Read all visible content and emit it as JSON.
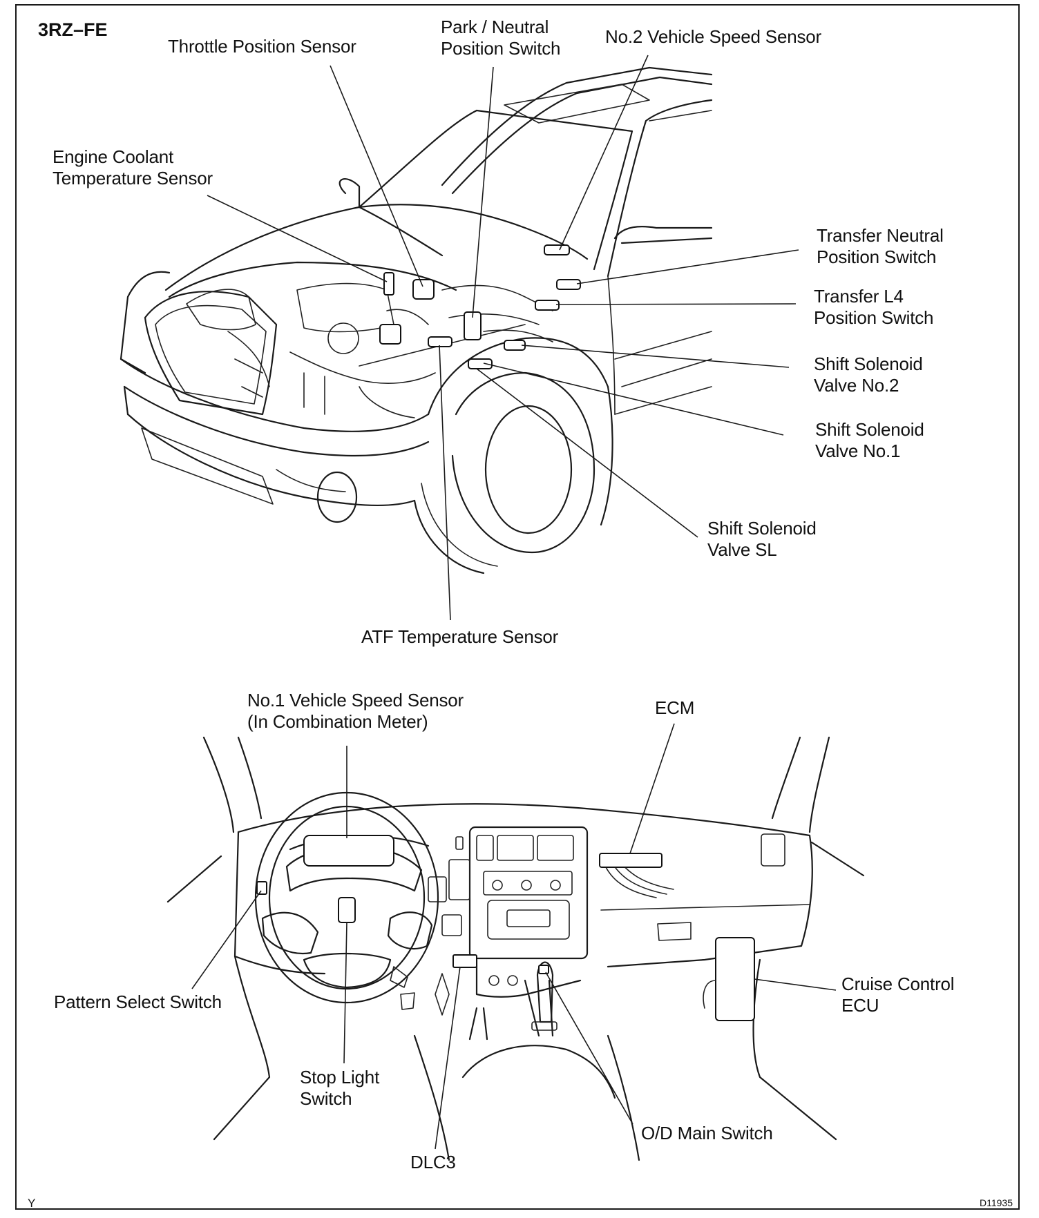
{
  "engine_code": "3RZ–FE",
  "corner_left": "Y",
  "corner_right": "D11935",
  "colors": {
    "ink": "#1a1a1a",
    "paper": "#ffffff"
  },
  "labels": {
    "throttle_position_sensor": "Throttle Position Sensor",
    "park_neutral_line1": "Park / Neutral",
    "park_neutral_line2": "Position Switch",
    "no2_vehicle_speed_sensor": "No.2 Vehicle Speed Sensor",
    "engine_coolant_line1": "Engine Coolant",
    "engine_coolant_line2": "Temperature Sensor",
    "transfer_neutral_line1": "Transfer Neutral",
    "transfer_neutral_line2": "Position Switch",
    "transfer_l4_line1": "Transfer L4",
    "transfer_l4_line2": "Position Switch",
    "shift_solenoid_no2_line1": "Shift Solenoid",
    "shift_solenoid_no2_line2": "Valve No.2",
    "shift_solenoid_no1_line1": "Shift Solenoid",
    "shift_solenoid_no1_line2": "Valve No.1",
    "shift_solenoid_sl_line1": "Shift Solenoid",
    "shift_solenoid_sl_line2": "Valve SL",
    "atf_temperature_sensor": "ATF Temperature Sensor",
    "no1_vehicle_speed_line1": "No.1 Vehicle Speed Sensor",
    "no1_vehicle_speed_line2": "(In Combination Meter)",
    "ecm": "ECM",
    "cruise_control_line1": "Cruise Control",
    "cruise_control_line2": "ECU",
    "pattern_select_switch": "Pattern Select Switch",
    "stop_light_line1": "Stop Light",
    "stop_light_line2": "Switch",
    "od_main_switch": "O/D Main Switch",
    "dlc3": "DLC3"
  }
}
